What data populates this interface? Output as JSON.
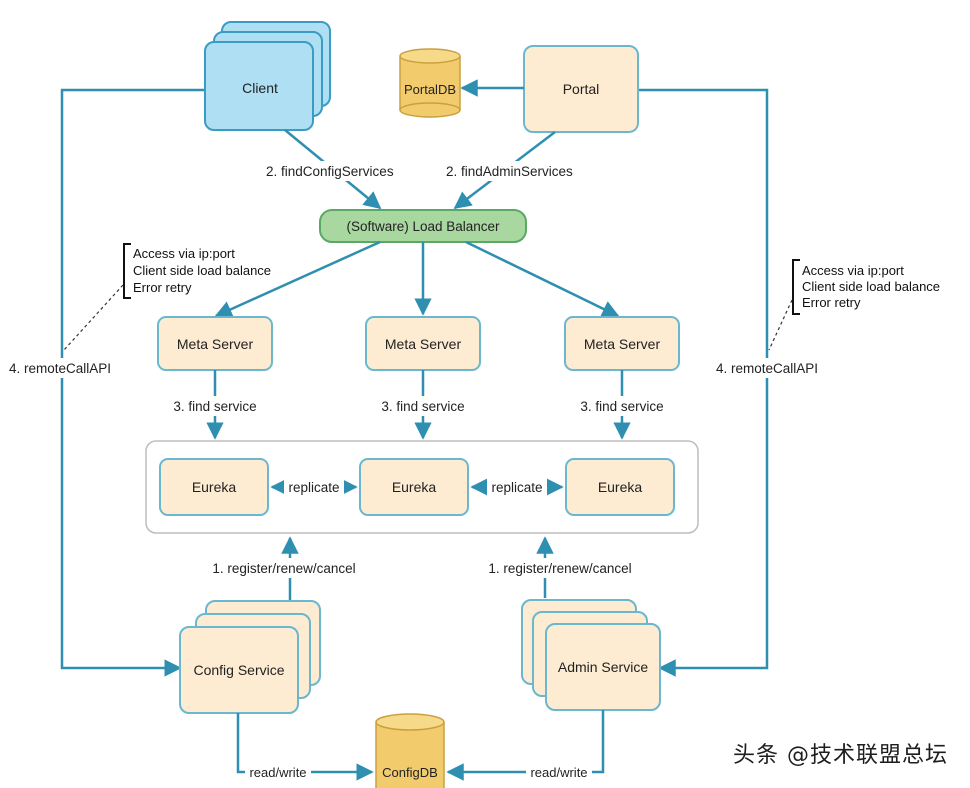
{
  "nodes": {
    "client": "Client",
    "portal": "Portal",
    "portal_db": "PortalDB",
    "load_balancer": "(Software) Load Balancer",
    "meta_server": "Meta Server",
    "eureka": "Eureka",
    "config_service": "Config Service",
    "admin_service": "Admin Service",
    "config_db": "ConfigDB"
  },
  "edges": {
    "find_config_services": "2. findConfigServices",
    "find_admin_services": "2. findAdminServices",
    "find_service": "3. find service",
    "replicate": "replicate",
    "register": "1. register/renew/cancel",
    "remote_call": "4. remoteCallAPI",
    "read_write": "read/write"
  },
  "notes": {
    "line1": "Access via ip:port",
    "line2": "Client side load balance",
    "line3": "Error retry"
  },
  "watermark": "头条 @技术联盟总坛",
  "colors": {
    "line": "#2f8fb0",
    "client_fill": "#aedff3",
    "client_stroke": "#3a9cc5",
    "node_fill": "#fdebd2",
    "node_stroke": "#6ab7cf",
    "lb_fill": "#a8d8a0",
    "lb_stroke": "#5aa864",
    "db_fill": "#f2cb6c",
    "db_stroke": "#c9a03e"
  }
}
